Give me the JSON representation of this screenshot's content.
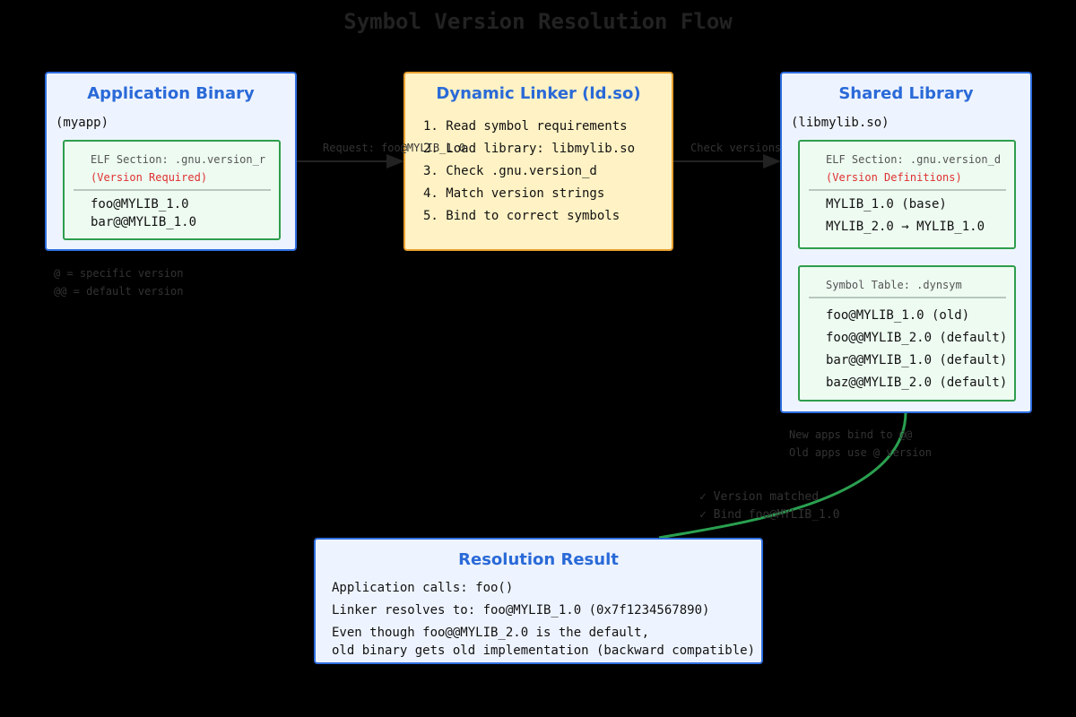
{
  "title": "Symbol Version Resolution Flow",
  "app": {
    "title": "Application Binary",
    "subtitle": "(myapp)",
    "section": {
      "label": "ELF Section: .gnu.version_r",
      "note": "(Version Required)",
      "entries": [
        "foo@MYLIB_1.0",
        "bar@@MYLIB_1.0"
      ]
    },
    "legend": [
      "@ = specific version",
      "@@ = default version"
    ]
  },
  "linker": {
    "title": "Dynamic Linker (ld.so)",
    "steps": [
      "1. Read symbol requirements",
      "2. Load library: libmylib.so",
      "3. Check .gnu.version_d",
      "4. Match version strings",
      "5. Bind to correct symbols"
    ]
  },
  "library": {
    "title": "Shared Library",
    "subtitle": "(libmylib.so)",
    "definitions": {
      "label": "ELF Section: .gnu.version_d",
      "note": "(Version Definitions)",
      "entries": [
        "MYLIB_1.0 (base)",
        "MYLIB_2.0 → MYLIB_1.0"
      ]
    },
    "symtab": {
      "label": "Symbol Table: .dynsym",
      "entries": [
        "foo@MYLIB_1.0 (old)",
        "foo@@MYLIB_2.0 (default)",
        "bar@@MYLIB_1.0 (default)",
        "baz@@MYLIB_2.0 (default)"
      ]
    },
    "notes": [
      "New apps bind to @@",
      "Old apps use @ version"
    ]
  },
  "edges": {
    "request": "Request: foo@MYLIB_1.0",
    "check": "Check versions",
    "resolution": [
      "✓ Version matched",
      "✓ Bind foo@MYLIB_1.0"
    ]
  },
  "result": {
    "title": "Resolution Result",
    "lines": [
      "Application calls: foo()",
      "Linker resolves to: foo@MYLIB_1.0 (0x7f1234567890)",
      "Even though foo@@MYLIB_2.0 is the default,",
      "old binary gets old implementation (backward compatible)"
    ]
  },
  "colors": {
    "background": "#000000",
    "box_border": "#2f6fe0",
    "box_fill": "#eef4ff",
    "linker_fill": "#fff2c4",
    "linker_border": "#e8a030",
    "section_border": "#2e9e4c",
    "section_fill": "#edfbf1",
    "note_red": "#e03030",
    "title_blue": "#2a6ad8",
    "arrow": "#222222",
    "curve_green": "#2aa050"
  }
}
